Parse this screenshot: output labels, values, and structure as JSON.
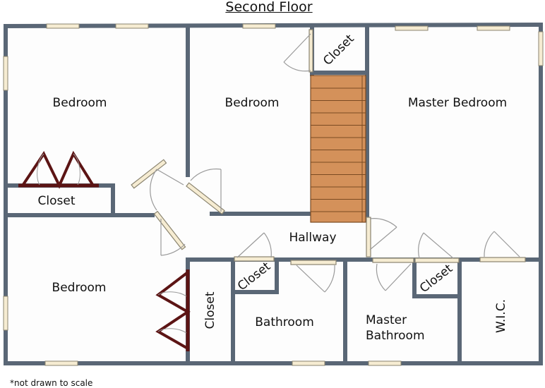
{
  "title": "Second Floor",
  "footnote": "*not drawn to scale",
  "rooms": {
    "bedroom_nw": "Bedroom",
    "bedroom_center": "Bedroom",
    "master_bedroom": "Master Bedroom",
    "closet_nw": "Closet",
    "closet_stair": "Closet",
    "hallway": "Hallway",
    "bedroom_sw": "Bedroom",
    "closet_sw": "Closet",
    "closet_bath": "Closet",
    "bathroom": "Bathroom",
    "master_bath_line1": "Master",
    "master_bath_line2": "Bathroom",
    "closet_master_bath": "Closet",
    "wic": "W.I.C."
  },
  "colors": {
    "wall": "#5a6776",
    "floor": "#fdfdfd",
    "window_fill": "#f6ecd2",
    "window_stroke": "#8a8470",
    "door_stroke": "#9a9a9a",
    "closet_bifold": "#5c1414",
    "stair_fill": "#d4915a",
    "stair_line": "#7a4a22"
  }
}
